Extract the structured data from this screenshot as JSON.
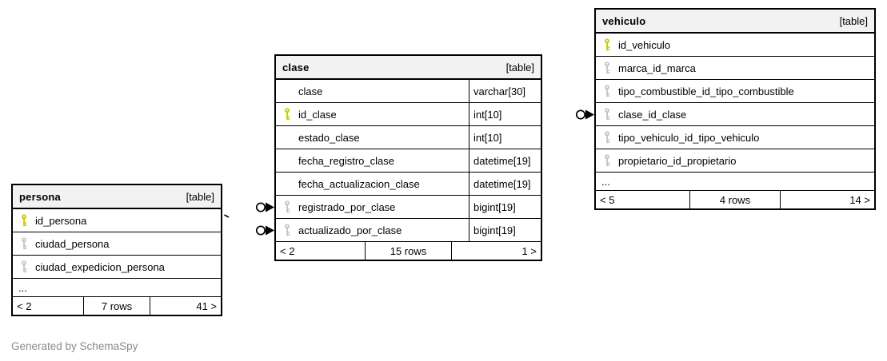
{
  "note": "Generated by SchemaSpy",
  "colors": {
    "primary_key": "#cccc00",
    "foreign_key": "#c6c6c6",
    "header_bg": "#f2f2f2",
    "border": "#000000",
    "note_text": "#8a8a8a"
  },
  "tables": [
    {
      "id": "persona",
      "name": "persona",
      "tag": "[table]",
      "columns": [
        {
          "name": "id_persona",
          "key": "primary",
          "type": ""
        },
        {
          "name": "ciudad_persona",
          "key": "foreign",
          "type": ""
        },
        {
          "name": "ciudad_expedicion_persona",
          "key": "foreign",
          "type": ""
        }
      ],
      "ellipsis": "...",
      "footer": {
        "left": "< 2",
        "center": "7 rows",
        "right": "41 >"
      }
    },
    {
      "id": "clase",
      "name": "clase",
      "tag": "[table]",
      "columns": [
        {
          "name": "clase",
          "key": "none",
          "type": "varchar[30]"
        },
        {
          "name": "id_clase",
          "key": "primary",
          "type": "int[10]"
        },
        {
          "name": "estado_clase",
          "key": "none",
          "type": "int[10]"
        },
        {
          "name": "fecha_registro_clase",
          "key": "none",
          "type": "datetime[19]"
        },
        {
          "name": "fecha_actualizacion_clase",
          "key": "none",
          "type": "datetime[19]"
        },
        {
          "name": "registrado_por_clase",
          "key": "foreign",
          "type": "bigint[19]"
        },
        {
          "name": "actualizado_por_clase",
          "key": "foreign",
          "type": "bigint[19]"
        }
      ],
      "ellipsis": "",
      "footer": {
        "left": "< 2",
        "center": "15 rows",
        "right": "1 >"
      }
    },
    {
      "id": "vehiculo",
      "name": "vehiculo",
      "tag": "[table]",
      "columns": [
        {
          "name": "id_vehiculo",
          "key": "primary",
          "type": ""
        },
        {
          "name": "marca_id_marca",
          "key": "foreign",
          "type": ""
        },
        {
          "name": "tipo_combustible_id_tipo_combustible",
          "key": "foreign",
          "type": ""
        },
        {
          "name": "clase_id_clase",
          "key": "foreign",
          "type": ""
        },
        {
          "name": "tipo_vehiculo_id_tipo_vehiculo",
          "key": "foreign",
          "type": ""
        },
        {
          "name": "propietario_id_propietario",
          "key": "foreign",
          "type": ""
        }
      ],
      "ellipsis": "...",
      "footer": {
        "left": "< 5",
        "center": "4 rows",
        "right": "14 >"
      }
    }
  ],
  "connectors": [
    {
      "id": "fk-stub-clase-registrado_por_clase",
      "style": "circle-arrow"
    },
    {
      "id": "fk-stub-clase-actualizado_por_clase",
      "style": "circle-arrow"
    },
    {
      "id": "fk-stub-vehiculo-clase_id_clase",
      "style": "circle-arrow"
    },
    {
      "id": "edge-fragment-persona-id_persona",
      "style": "dash"
    }
  ]
}
